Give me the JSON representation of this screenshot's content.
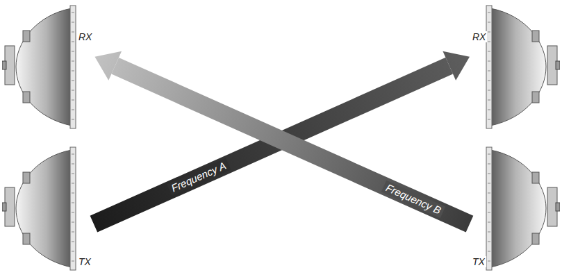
{
  "diagram": {
    "nodes": [
      {
        "text": [
          "RX"
        ]
      },
      {
        "text": [
          "RX"
        ]
      },
      {
        "text": [
          "TX"
        ]
      },
      {
        "text": [
          "TX"
        ]
      }
    ],
    "edges": [
      {
        "from": 2,
        "to": 1,
        "arrow": "to",
        "label": "Frequency A"
      },
      {
        "from": 3,
        "to": 0,
        "arrow": "to",
        "label": "Frequency B"
      }
    ]
  }
}
